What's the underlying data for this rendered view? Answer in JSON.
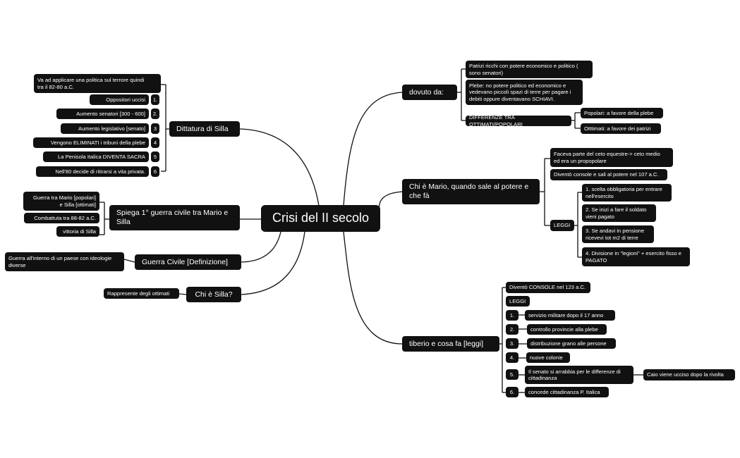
{
  "central": "Crisi del II secolo",
  "dittatura": {
    "title": "Dittatura di Silla",
    "intro": "Va ad applicare una politica sul terrore quindi\ntra il 82-80 a.C.",
    "items": [
      {
        "num": "1.",
        "text": "Oppositori uccisi"
      },
      {
        "num": "2.",
        "text": "Aumento senatori [300 - 600]"
      },
      {
        "num": "3",
        "text": "Aumento legislativo [senato]"
      },
      {
        "num": "4",
        "text": "Vengono ELIMINATI i tribuni della plebe"
      },
      {
        "num": "5",
        "text": "La Penisola Italica DIVENTA SACRA"
      },
      {
        "num": "6",
        "text": "Nell'80 decide di ritirarsi a vita privata."
      }
    ]
  },
  "guerra1": {
    "title": "Spiega 1° guerra civile tra Mario e\nSilla",
    "items": [
      "Guerra tra Mario [popolari]\ne Silla [ottimati]",
      "Combattuta tra 88-82 a.C.",
      "vittoria di Silla"
    ]
  },
  "guerraCivile": {
    "title": "Guerra Civile [Definizione]",
    "def": "Guerra all'interno di un paese con ideologie\ndiverse"
  },
  "chiSilla": {
    "title": "Chi è Silla?",
    "answer": "Rappresente degli ottimati"
  },
  "dovuto": {
    "title": "dovuto da:",
    "patrizi": "Patrizi ricchi con potere economico e politico (\nsono senatori)",
    "plebe": "Plebe: no potere politico ed economico e\nvedevano piccoli spazi di terre per pagare i\ndebiti oppure diventavano SCHIAVI.",
    "differenze": "DIFFERENZE TRA OTTIMATI/POPOLARI",
    "popolari": "Popolari: a favore della plebe",
    "ottimati": "Otttimati: a favore dei patrizi"
  },
  "mario": {
    "title": "Chi è Mario, quando sale al potere e\nche fà",
    "ceto": "Faceva parte del ceto equestre-> ceto medio\ned era un propopolare",
    "console": "Diventò console e sali al potere nel 107 a.C.",
    "leggi": "LEGGI",
    "laws": [
      "1. scelta obbligatoria per entrare\n    nell'esercito",
      "2. Se inizi a fare il soldato\n    vieni pagato",
      "3. Se andavi in pensione\n    ricevevi tot m2 di terre",
      "4. Divisione in \"legioni\" + esercito fisso e\n    PAGATO"
    ]
  },
  "tiberio": {
    "title": "tiberio e cosa fa [leggi]",
    "console": "Diventò CONSOLE nel 123 a.C.",
    "leggi": "LEGGI",
    "items": [
      {
        "num": "1.",
        "text": "servizio militare  dopo il 17 anno"
      },
      {
        "num": "2.",
        "text": "controllo provincie alla plebe"
      },
      {
        "num": "3.",
        "text": "distribuzione grano alle persone"
      },
      {
        "num": "4.",
        "text": "nuove colonie"
      },
      {
        "num": "5.",
        "text": "Il senato si arrabbia per le differenze di\ncittadinanza"
      },
      {
        "num": "6.",
        "text": "concede cittadinanza P. Italica"
      }
    ],
    "caio": "Caio viene ucciso dopo la rivolta"
  }
}
